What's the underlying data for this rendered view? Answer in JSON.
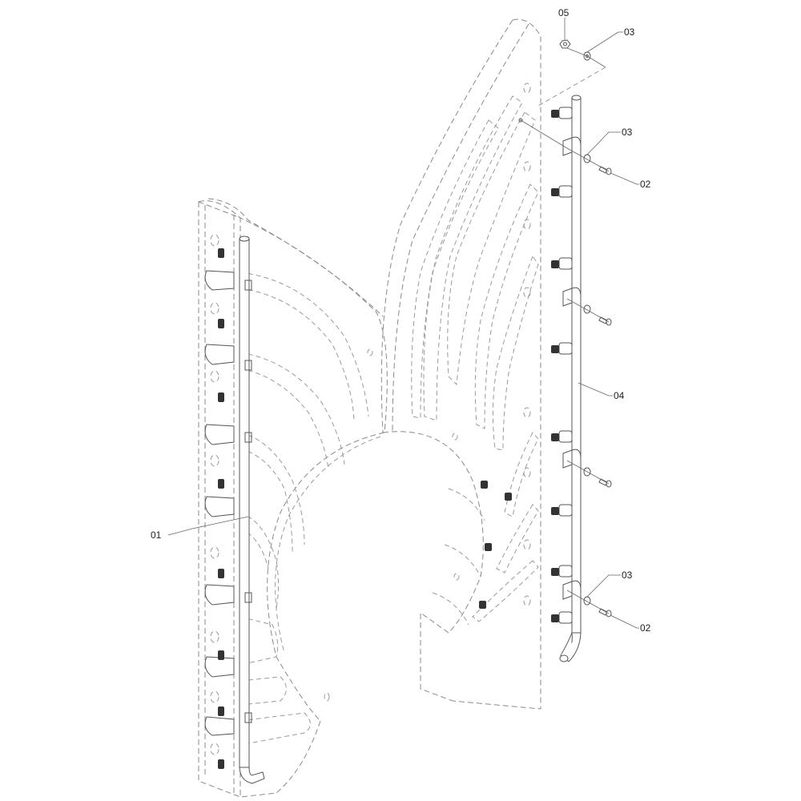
{
  "diagram": {
    "type": "exploded-parts-view",
    "callouts": [
      {
        "id": "c-05-top",
        "text": "05",
        "part": "nut"
      },
      {
        "id": "c-03-top",
        "text": "03",
        "part": "washer"
      },
      {
        "id": "c-03-mid",
        "text": "03",
        "part": "washer"
      },
      {
        "id": "c-02-mid",
        "text": "02",
        "part": "bolt"
      },
      {
        "id": "c-04",
        "text": "04",
        "part": "manifold-pipe-right"
      },
      {
        "id": "c-01",
        "text": "01",
        "part": "manifold-pipe-left"
      },
      {
        "id": "c-03-bot",
        "text": "03",
        "part": "washer"
      },
      {
        "id": "c-02-bot",
        "text": "02",
        "part": "bolt"
      }
    ]
  }
}
